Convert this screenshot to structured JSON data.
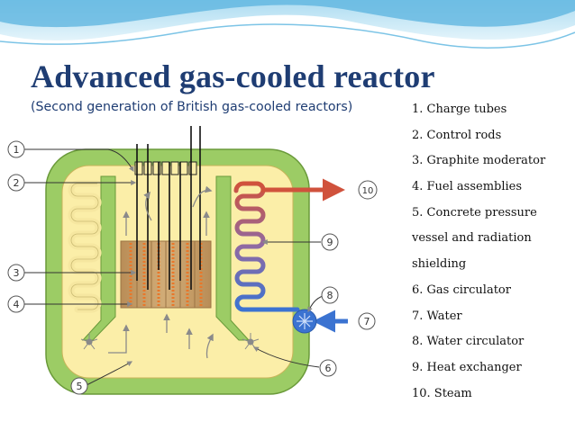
{
  "slide": {
    "title": "Advanced gas-cooled reactor",
    "subtitle": "(Second generation of British gas-cooled reactors)"
  },
  "legend": [
    "1. Charge tubes",
    "2. Control rods",
    "3. Graphite moderator",
    "4. Fuel assemblies",
    "5. Concrete pressure",
    "vessel and radiation",
    "shielding",
    "6. Gas circulator",
    "7. Water",
    "8. Water circulator",
    "9. Heat exchanger",
    "10. Steam"
  ],
  "callouts": [
    "1",
    "2",
    "3",
    "4",
    "5",
    "6",
    "7",
    "8",
    "9",
    "10"
  ],
  "colors": {
    "title": "#1f3d73",
    "shielding": "#9ccc65",
    "gas_space": "#fbeea8",
    "graphite_core": "#c9a06b",
    "fuel": "#f0a040",
    "steam": "#d0523c",
    "water": "#3b73d1",
    "arrows": "#8a8a8a",
    "header_wave": "#5ab3df"
  },
  "icons": [
    "circulator-fan-icon",
    "water-pump-icon"
  ]
}
